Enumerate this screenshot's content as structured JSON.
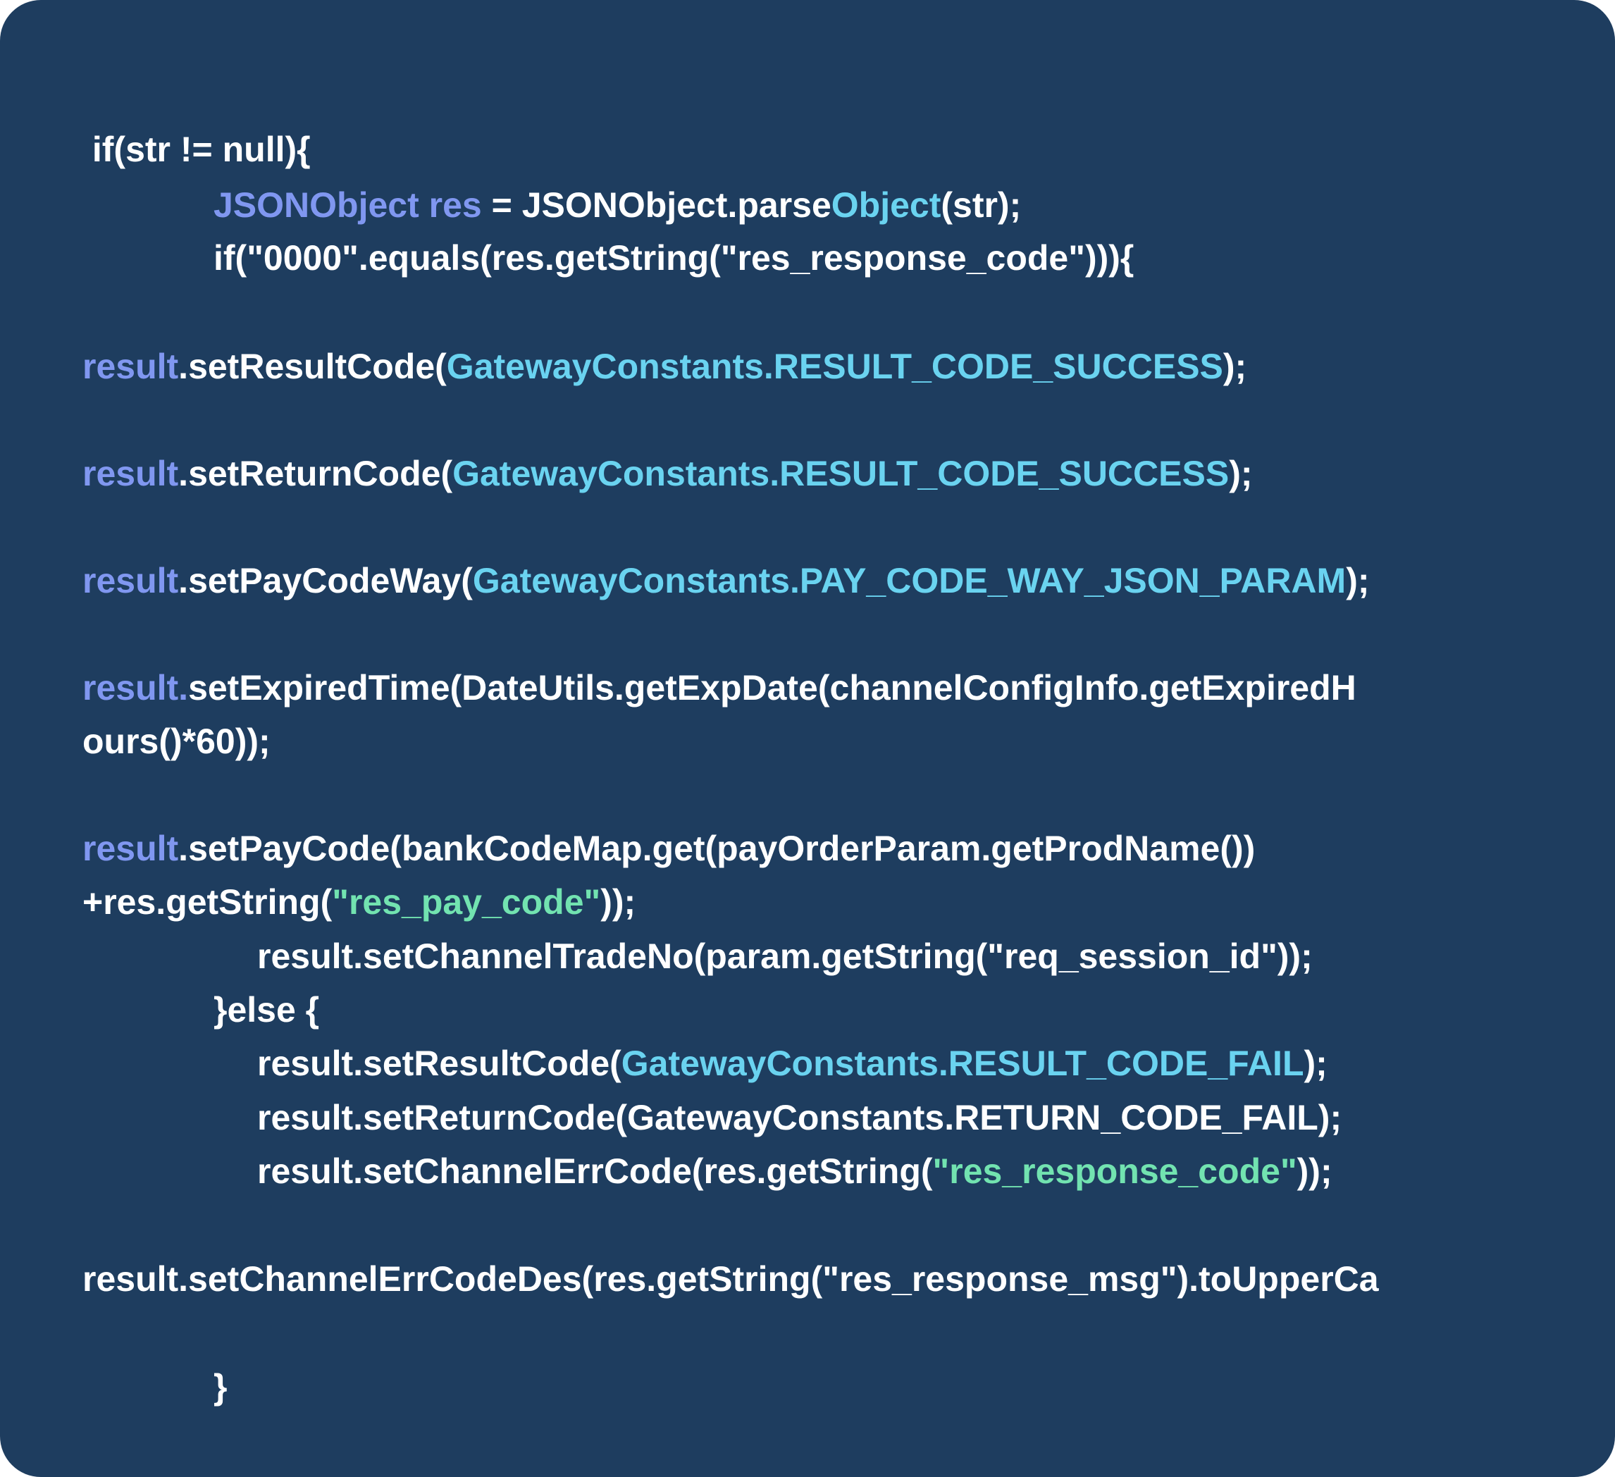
{
  "colors": {
    "background": "#1e3d5f",
    "default": "#ffffff",
    "variable": "#8097f0",
    "constant": "#6ad3f0",
    "string": "#72e3b0"
  },
  "code": {
    "lines": [
      {
        "segments": [
          {
            "t": " if(str != null){",
            "k": "default"
          }
        ]
      },
      {
        "segments": [
          {
            "t": "JSONObject res",
            "k": "variable"
          },
          {
            "t": " = JSONObject.parse",
            "k": "default"
          },
          {
            "t": "Object",
            "k": "constant"
          },
          {
            "t": "(str);",
            "k": "default"
          }
        ]
      },
      {
        "segments": [
          {
            "t": "if(\"0000\".equals(res.getString(\"res_response_code\"))){",
            "k": "default"
          }
        ]
      },
      {
        "segments": [
          {
            "t": "result",
            "k": "variable"
          },
          {
            "t": ".setResultCode(",
            "k": "default"
          },
          {
            "t": "GatewayConstants.RESULT_CODE_SUCCESS",
            "k": "constant"
          },
          {
            "t": ");",
            "k": "default"
          }
        ]
      },
      {
        "segments": [
          {
            "t": "result",
            "k": "variable"
          },
          {
            "t": ".setReturnCode(",
            "k": "default"
          },
          {
            "t": "GatewayConstants.RESULT_CODE_SUCCESS",
            "k": "constant"
          },
          {
            "t": ");",
            "k": "default"
          }
        ]
      },
      {
        "segments": [
          {
            "t": "result",
            "k": "variable"
          },
          {
            "t": ".setPayCodeWay(",
            "k": "default"
          },
          {
            "t": "GatewayConstants.PAY_CODE_WAY_JSON_PARAM",
            "k": "constant"
          },
          {
            "t": ");",
            "k": "default"
          }
        ]
      },
      {
        "segments": [
          {
            "t": "result.",
            "k": "variable"
          },
          {
            "t": "setExpiredTime(DateUtils.getExpDate(channelConfigInfo.getExpiredH",
            "k": "default"
          }
        ]
      },
      {
        "segments": [
          {
            "t": "ours()*60));",
            "k": "default"
          }
        ]
      },
      {
        "segments": [
          {
            "t": "result",
            "k": "variable"
          },
          {
            "t": ".setPayCode(bankCodeMap.get(payOrderParam.getProdName())",
            "k": "default"
          }
        ]
      },
      {
        "segments": [
          {
            "t": "+res.getString(",
            "k": "default"
          },
          {
            "t": "\"res_pay_code\"",
            "k": "string"
          },
          {
            "t": "));",
            "k": "default"
          }
        ]
      },
      {
        "segments": [
          {
            "t": "result.setChannelTradeNo(param.getString(\"req_session_id\"));",
            "k": "default"
          }
        ]
      },
      {
        "segments": [
          {
            "t": "}else {",
            "k": "default"
          }
        ]
      },
      {
        "segments": [
          {
            "t": "result.setResultCode(",
            "k": "default"
          },
          {
            "t": "GatewayConstants.RESULT_CODE_FAIL",
            "k": "constant"
          },
          {
            "t": ");",
            "k": "default"
          }
        ]
      },
      {
        "segments": [
          {
            "t": "result.setReturnCode(GatewayConstants.RETURN_CODE_FAIL);",
            "k": "default"
          }
        ]
      },
      {
        "segments": [
          {
            "t": "result.setChannelErrCode(res.getString(",
            "k": "default"
          },
          {
            "t": "\"res_response_code\"",
            "k": "string"
          },
          {
            "t": "));",
            "k": "default"
          }
        ]
      },
      {
        "segments": [
          {
            "t": "result.setChannelErrCodeDes(res.getString(\"res_response_msg\").toUpperCa",
            "k": "default"
          }
        ]
      },
      {
        "segments": [
          {
            "t": "}",
            "k": "default"
          }
        ]
      }
    ]
  }
}
